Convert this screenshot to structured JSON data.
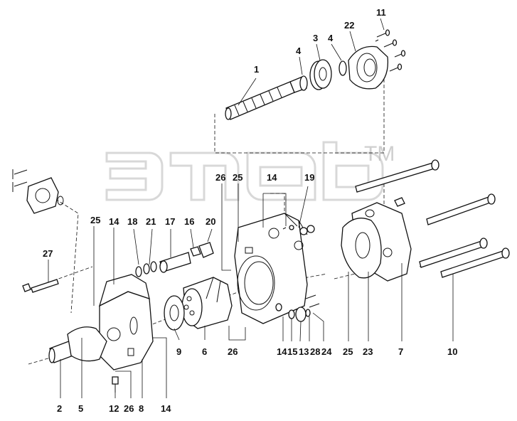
{
  "diagram": {
    "watermark_mark": "TM",
    "labels": {
      "l1": "1",
      "l3": "3",
      "l4a": "4",
      "l4b": "4",
      "l11": "11",
      "l22": "22",
      "l26a": "26",
      "l25a": "25",
      "l14a": "14",
      "l19": "19",
      "l25b": "25",
      "l14b": "14",
      "l18": "18",
      "l21": "21",
      "l17": "17",
      "l16": "16",
      "l20": "20",
      "l27": "27",
      "l9": "9",
      "l6": "6",
      "l26b": "26",
      "l14c": "14",
      "l15": "15",
      "l13": "13",
      "l28": "28",
      "l24": "24",
      "l25c": "25",
      "l23": "23",
      "l7": "7",
      "l10": "10",
      "l2": "2",
      "l5": "5",
      "l12": "12",
      "l26c": "26",
      "l8": "8",
      "l14d": "14"
    }
  }
}
